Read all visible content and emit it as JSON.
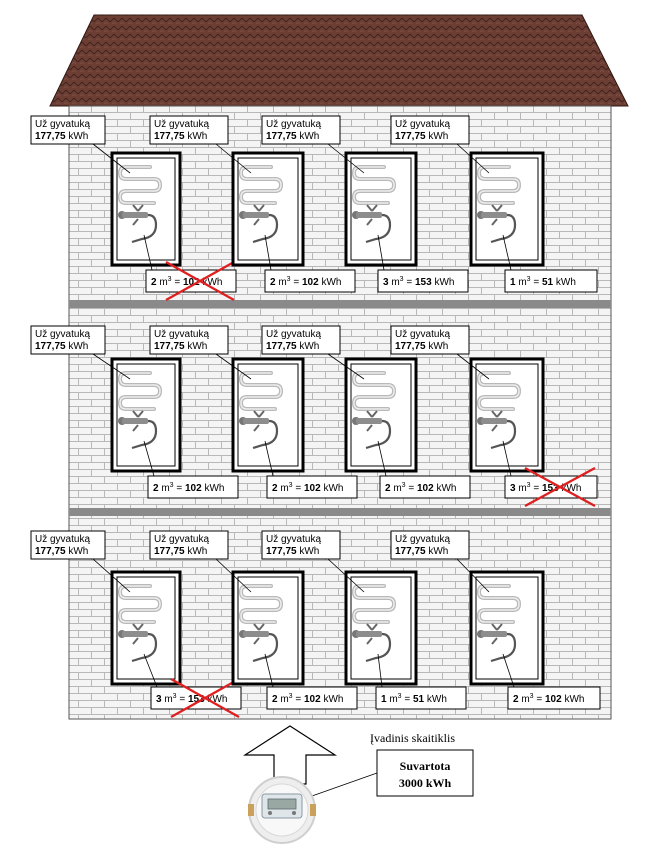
{
  "heater_label": {
    "line1": "Už gyvatuką",
    "value": "177,75",
    "unit": "kWh"
  },
  "floors": [
    {
      "apartments": [
        {
          "m3": "2",
          "kwh": "102",
          "crossed": true
        },
        {
          "m3": "2",
          "kwh": "102",
          "crossed": false
        },
        {
          "m3": "3",
          "kwh": "153",
          "crossed": false
        },
        {
          "m3": "1",
          "kwh": "51",
          "crossed": false
        }
      ]
    },
    {
      "apartments": [
        {
          "m3": "2",
          "kwh": "102",
          "crossed": false
        },
        {
          "m3": "2",
          "kwh": "102",
          "crossed": false
        },
        {
          "m3": "2",
          "kwh": "102",
          "crossed": false
        },
        {
          "m3": "3",
          "kwh": "153",
          "crossed": true
        }
      ]
    },
    {
      "apartments": [
        {
          "m3": "3",
          "kwh": "153",
          "crossed": true
        },
        {
          "m3": "2",
          "kwh": "102",
          "crossed": false
        },
        {
          "m3": "1",
          "kwh": "51",
          "crossed": false
        },
        {
          "m3": "2",
          "kwh": "102",
          "crossed": false
        }
      ]
    }
  ],
  "meter": {
    "title": "Įvadinis skaitiklis",
    "label": "Suvartota",
    "reading": "3000 kWh"
  },
  "colors": {
    "roof": "#6b3d33",
    "wall": "#f4f4f4",
    "brick_line": "#b8b8b8",
    "floor_band": "#8a8a8a",
    "cross": "#e02020"
  }
}
